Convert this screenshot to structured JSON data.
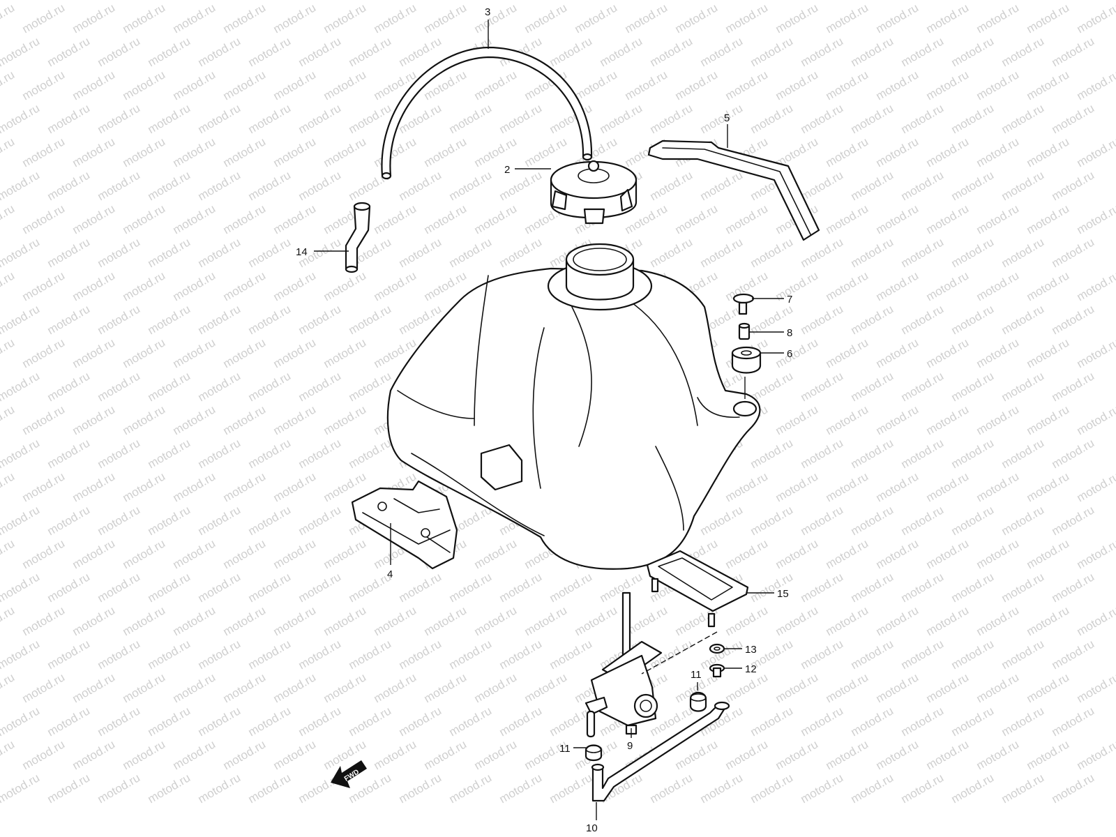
{
  "watermark": "motod.ru",
  "fwd_label": "FWD",
  "callouts": {
    "c1": "3",
    "c2": "2",
    "c3": "5",
    "c4": "14",
    "c5": "7",
    "c6": "8",
    "c7": "6",
    "c8": "4",
    "c9": "15",
    "c10": "13",
    "c11": "12",
    "c12": "11",
    "c13": "9",
    "c14": "11",
    "c15": "10"
  }
}
